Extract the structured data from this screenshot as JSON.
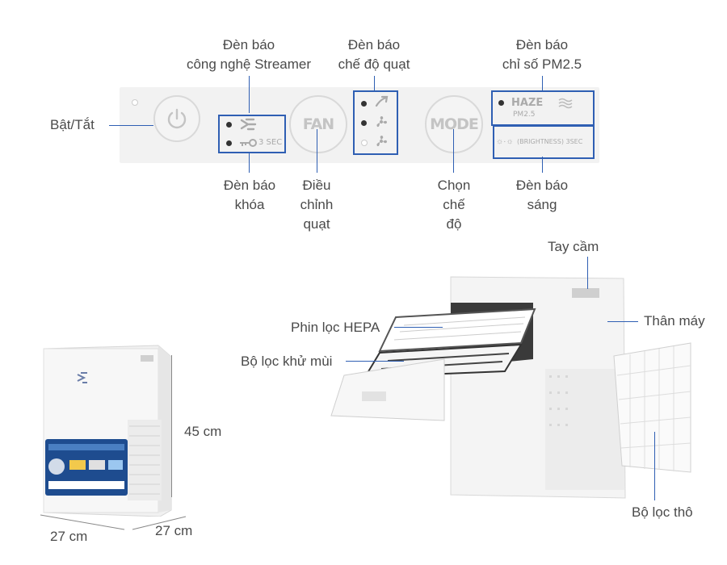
{
  "panel": {
    "fan_button": "FAN",
    "mode_button": "MODE",
    "lock_hint": "3 SEC",
    "haze_label": "HAZE",
    "pm_label": "PM2.5",
    "brightness_label": "(BRIGHTNESS) 3SEC"
  },
  "labels": {
    "power": "Bật/Tắt",
    "streamer_1": "Đèn báo",
    "streamer_2": "công nghệ Streamer",
    "fanmode_1": "Đèn báo",
    "fanmode_2": "chế độ quạt",
    "pm_1": "Đèn báo",
    "pm_2": "chỉ số PM2.5",
    "lock_1": "Đèn báo",
    "lock_2": "khóa",
    "fanadj_1": "Điều",
    "fanadj_2": "chỉnh",
    "fanadj_3": "quạt",
    "mode_1": "Chọn",
    "mode_2": "chế",
    "mode_3": "độ",
    "light_1": "Đèn báo",
    "light_2": "sáng",
    "handle": "Tay cầm",
    "body": "Thân máy",
    "hepa": "Phin lọc HEPA",
    "deodor": "Bộ lọc khử mùi",
    "prefilter": "Bộ lọc thô"
  },
  "dimensions": {
    "height": "45 cm",
    "width": "27 cm",
    "depth": "27 cm"
  },
  "colors": {
    "leader_line": "#2f5fb3",
    "panel": "#f2f2f2"
  }
}
